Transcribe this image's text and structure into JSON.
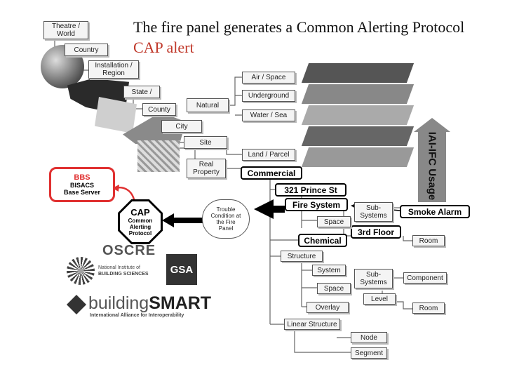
{
  "title": {
    "line1": "The fire panel generates a Common Alerting Protocol",
    "line2": "CAP alert",
    "accent_color": "#c0392b"
  },
  "geo_hierarchy": [
    "Theatre / World",
    "Country",
    "Installation / Region",
    "State /",
    "County",
    "City",
    "Site",
    "Real Property"
  ],
  "natural": {
    "label": "Natural",
    "children": [
      "Air / Space",
      "Underground",
      "Water / Sea"
    ]
  },
  "land_parcel": "Land / Parcel",
  "commercial": "Commercial",
  "address": "321 Prince St",
  "fire_system": "Fire System",
  "sub_systems_1": "Sub-Systems",
  "smoke_alarm": "Smoke Alarm",
  "space_1": "Space",
  "floor": "3rd Floor",
  "chemical": "Chemical",
  "room_1": "Room",
  "structure": "Structure",
  "system": "System",
  "sub_systems_2": "Sub-Systems",
  "component": "Component",
  "space_2": "Space",
  "level": "Level",
  "overlay": "Overlay",
  "room_2": "Room",
  "linear_structure": "Linear Structure",
  "node": "Node",
  "segment": "Segment",
  "usage_label": "IAI-IFC Usage",
  "trouble_cloud": "Trouble Condition at the Fire Panel",
  "cap": {
    "title": "CAP",
    "line1": "Common",
    "line2": "Alerting",
    "line3": "Protocol"
  },
  "bbs": {
    "title": "BBS",
    "line1": "BISACS",
    "line2": "Base Server",
    "color": "#e03030"
  },
  "logos": {
    "oscre": "OSCRE",
    "nibs1": "National Institute of",
    "nibs2": "BUILDING SCIENCES",
    "gsa": "GSA",
    "bs_a": "building",
    "bs_b": "SMART",
    "bs_tag": "International Alliance for Interoperability"
  }
}
